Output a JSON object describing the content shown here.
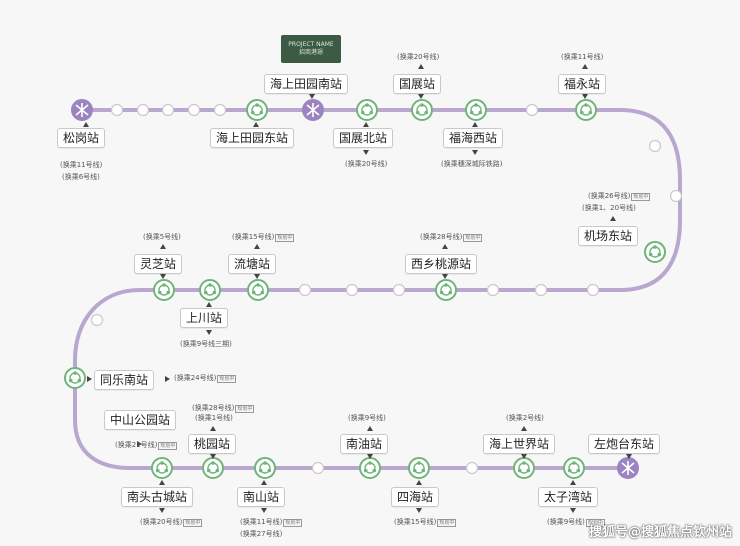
{
  "line_color": "#b9a7cf",
  "station_green": "#6fb57a",
  "transfer_purple": "#9b84bf",
  "badge": {
    "line1": "PROJECT NAME",
    "line2": "招商港璟"
  },
  "stations": {
    "songgang": {
      "name": "松岗站",
      "transfers": [
        "(换乘11号线)",
        "(换乘6号线)"
      ]
    },
    "haishang_east": {
      "name": "海上田园东站"
    },
    "haishang_south": {
      "name": "海上田园南站"
    },
    "guozhan_north": {
      "name": "国展北站",
      "transfers": [
        "(换乘20号线)"
      ]
    },
    "guozhan": {
      "name": "国展站",
      "transfers": [
        "(换乘20号线)"
      ]
    },
    "fuhai_west": {
      "name": "福海西站",
      "transfers": [
        "(换乘穗深城际铁路)"
      ]
    },
    "fuyong": {
      "name": "福永站",
      "transfers": [
        "(换乘11号线)"
      ]
    },
    "airport_east": {
      "name": "机场东站",
      "transfers": [
        "(换乘26号线)",
        "(换乘1、20号线)"
      ]
    },
    "lingzhi": {
      "name": "灵芝站",
      "transfers": [
        "(换乘5号线)"
      ]
    },
    "liutang": {
      "name": "流塘站",
      "transfers": [
        "(换乘15号线)"
      ]
    },
    "xixiang": {
      "name": "西乡桃源站",
      "transfers": [
        "(换乘28号线)"
      ]
    },
    "shangchuan": {
      "name": "上川站",
      "transfers": [
        "(换乘9号线三期)"
      ]
    },
    "tongle_south": {
      "name": "同乐南站",
      "transfers": [
        "(换乘24号线)"
      ]
    },
    "zhongshan_park": {
      "name": "中山公园站",
      "transfers": [
        "(换乘21号线)"
      ]
    },
    "taoyuan": {
      "name": "桃园站",
      "transfers": [
        "(换乘28号线)",
        "(换乘1号线)"
      ]
    },
    "nanyou": {
      "name": "南油站",
      "transfers": [
        "(换乘9号线)"
      ]
    },
    "haishang_world": {
      "name": "海上世界站",
      "transfers": [
        "(换乘2号线)"
      ]
    },
    "zuopaotai_east": {
      "name": "左炮台东站"
    },
    "nantou": {
      "name": "南头古城站",
      "transfers": [
        "(换乘20号线)"
      ]
    },
    "nanshan": {
      "name": "南山站",
      "transfers": [
        "(换乘11号线)",
        "(换乘27号线)"
      ]
    },
    "sihai": {
      "name": "四海站",
      "transfers": [
        "(换乘15号线)"
      ]
    },
    "taiziwan": {
      "name": "太子湾站",
      "transfers": [
        "(换乘9号线)"
      ]
    }
  },
  "plan_tag": "规划中",
  "watermark": "搜狐号@搜狐焦点钦州站"
}
